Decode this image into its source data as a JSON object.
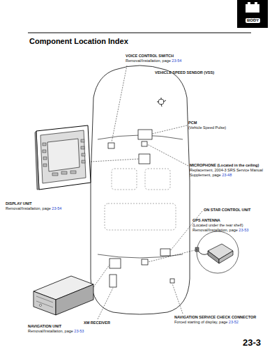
{
  "diagram": {
    "title": "Component Location Index",
    "labels": [
      "BODY",
      "VOICE CONTROL SWITCH",
      "Removal/Installation, page",
      "23-54",
      "VEHICLE SPEED SENSOR (VSS)",
      "PCM",
      "(Vehicle Speed Pulse)",
      "MICROPHONE (Located in the ceiling)",
      "Replacement, 2004-3 SRS Service Manual Supplement, page",
      "23-48",
      "DISPLAY UNIT",
      "Removal/Installation, page",
      "23-54",
      "ON STAR CONTROL UNIT",
      "GPS ANTENNA",
      "(Located under the rear shelf)",
      "Removal/Installation, page",
      "23-53",
      "NAVIGATION UNIT",
      "Removal/Installation, page",
      "23-53",
      "XM RECEIVER",
      "NAVIGATION SERVICE CHECK CONNECTOR",
      "Forced starting of display, page",
      "23-52",
      "23-3"
    ]
  }
}
